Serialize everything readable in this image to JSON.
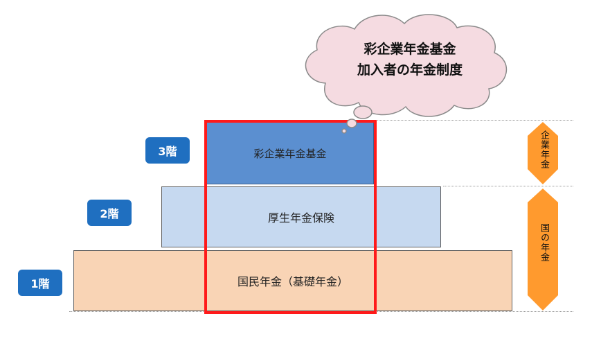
{
  "cloud": {
    "line1": "彩企業年金基金",
    "line2": "加入者の年金制度"
  },
  "tiers": {
    "tier3": {
      "badge": "3階",
      "label": "彩企業年金基金"
    },
    "tier2": {
      "badge": "2階",
      "label": "厚生年金保険"
    },
    "tier1": {
      "badge": "1階",
      "label": "国民年金（基礎年金）"
    }
  },
  "side_labels": {
    "corporate": "企業年金",
    "national": "国の年金"
  },
  "colors": {
    "tier1": "#f9d4b5",
    "tier2": "#c6d9f0",
    "tier3": "#5b8fd0",
    "badge": "#1f6fc0",
    "highlight": "#ff1a1a",
    "side_arrow": "#ff9a2e",
    "cloud": "#f5dbe1"
  }
}
